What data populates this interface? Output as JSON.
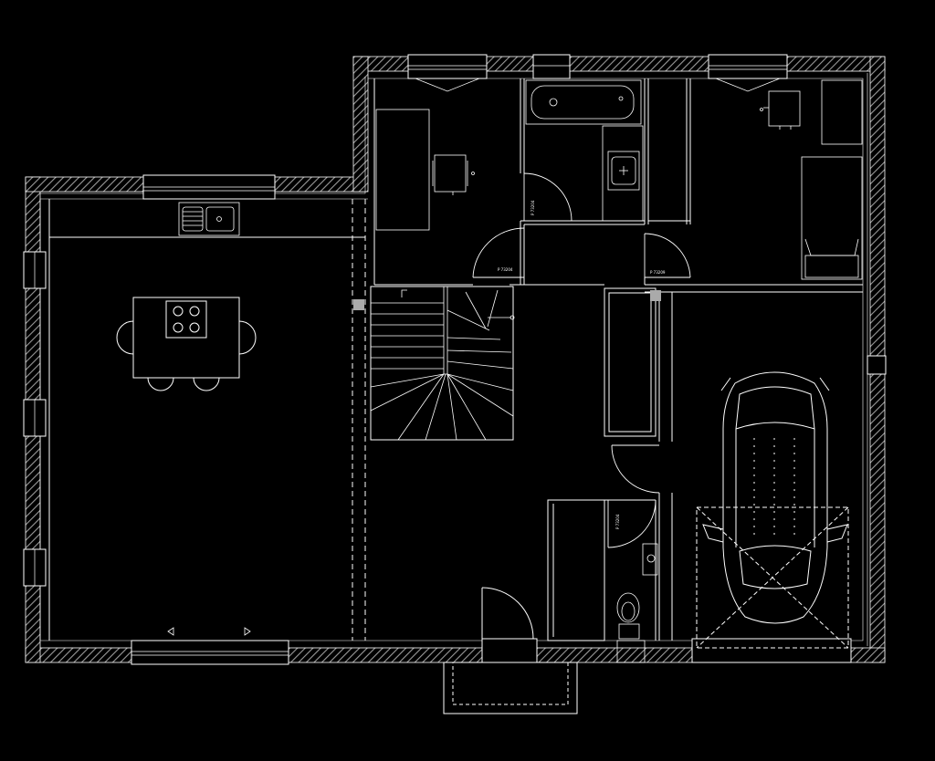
{
  "plan": {
    "background": "#000000",
    "line_color": "#ffffff",
    "wall_hatch_color": "#9a9a9a",
    "door_tags": [
      "P 73204",
      "P 73204",
      "P 73209",
      "P 73204"
    ]
  }
}
